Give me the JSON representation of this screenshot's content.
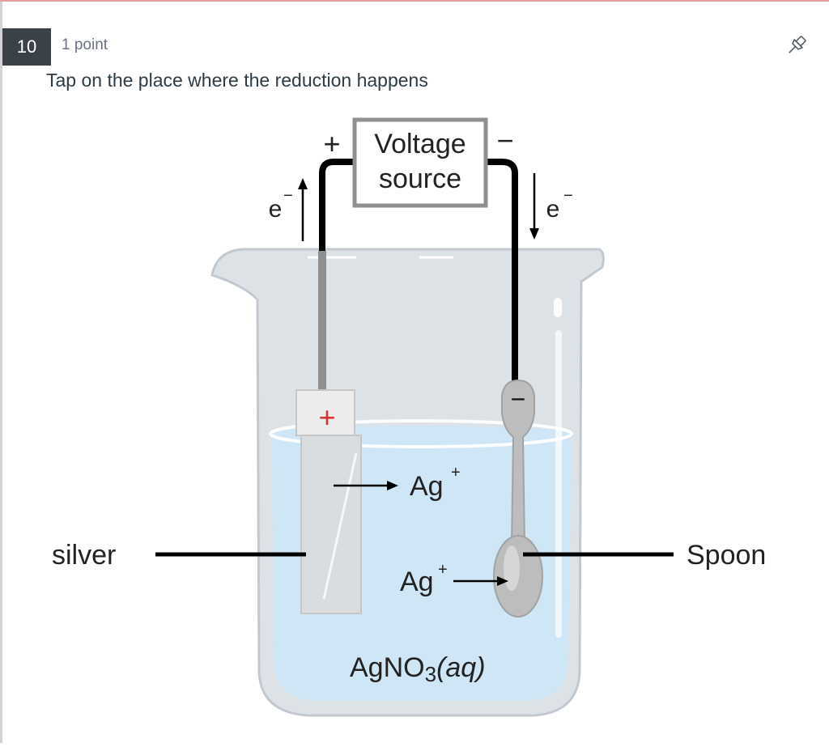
{
  "question": {
    "number": "10",
    "points": "1 point",
    "prompt": "Tap on the place where the reduction happens"
  },
  "header": {
    "pin_icon": "pin-icon"
  },
  "diagram": {
    "plus_terminal": "+",
    "minus_terminal": "−",
    "voltage_line1": "Voltage",
    "voltage_line2": "source",
    "electron_left": "e",
    "electron_right": "e",
    "electron_charge": "−",
    "anode_sign": "+",
    "cathode_sign": "−",
    "ion_top": "Ag",
    "ion_bottom": "Ag",
    "ion_charge": "+",
    "silver_label": "silver",
    "spoon_label": "Spoon",
    "solution_main": "AgNO",
    "solution_sub": "3",
    "solution_state": "(aq)",
    "colors": {
      "solution": "#cfe6f6",
      "glass": "#dde2e7",
      "electrode": "#e2e2e2",
      "spoon": "#bdbdbd",
      "anode_sign": "#d23232"
    }
  }
}
